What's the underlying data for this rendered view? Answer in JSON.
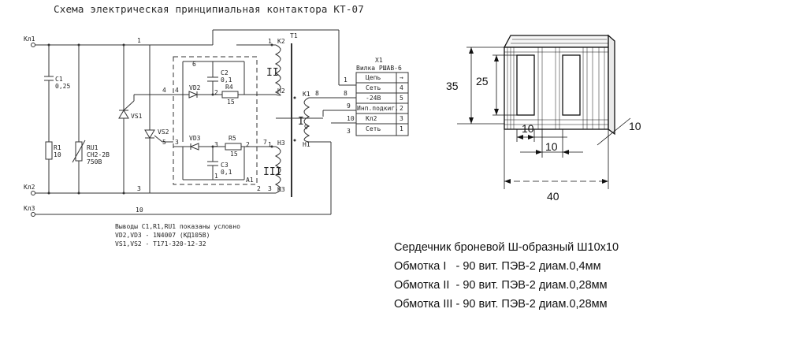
{
  "title": "Схема электрическая принципиальная контактора КТ-07",
  "schematic": {
    "terminals": [
      "Кл1",
      "Кл2",
      "Кл3"
    ],
    "c1": [
      "C1",
      "0,25"
    ],
    "r1": [
      "R1",
      "10"
    ],
    "ru1": [
      "RU1",
      "CH2-2B",
      "750B"
    ],
    "vs1": "VS1",
    "vs2": "VS2",
    "vd2": "VD2",
    "vd3": "VD3",
    "c2": [
      "C2",
      "0,1"
    ],
    "c3": [
      "C3",
      "0,1"
    ],
    "r4": [
      "R4",
      "15"
    ],
    "r5": [
      "R5",
      "15"
    ],
    "a1": "A1",
    "t1": "T1",
    "windings": [
      "II",
      "III",
      "I"
    ],
    "winding_sub": "9",
    "coil_pins": [
      "К2",
      "Н2",
      "Н3",
      "К3",
      "К1",
      "Н1"
    ],
    "nodes": [
      "1",
      "2",
      "3",
      "4",
      "5",
      "6",
      "7",
      "8",
      "9",
      "10",
      "1",
      "4",
      "3",
      "1",
      "2",
      "3",
      "2",
      "1",
      "3"
    ],
    "connector": {
      "ref": "X1",
      "name": "Вилка РШАВ-6",
      "rows": [
        {
          "label": "Цепь",
          "pin": "→"
        },
        {
          "label": "Сеть",
          "pin": "4"
        },
        {
          "label": "-24В",
          "pin": "5"
        },
        {
          "label": "Инп.подкиг.",
          "pin": "2"
        },
        {
          "label": "Кл2",
          "pin": "3"
        },
        {
          "label": "Сеть",
          "pin": "1"
        }
      ],
      "wires": [
        "1",
        "8",
        "9",
        "10",
        "3"
      ]
    },
    "notes": [
      "Выводы C1,R1,RU1 показаны условно",
      "VD2,VD3 - 1N4007 (КД105В)",
      "VS1,VS2 - T171-320-12-32"
    ]
  },
  "core": {
    "dims": [
      "35",
      "25",
      "10",
      "10",
      "10",
      "40"
    ]
  },
  "spec": [
    "Сердечник броневой Ш-образный Ш10х10",
    "Обмотка I   - 90 вит. ПЭВ-2 диам.0,4мм",
    "Обмотка II  - 90 вит. ПЭВ-2 диам.0,28мм",
    "Обмотка III - 90 вит. ПЭВ-2 диам.0,28мм"
  ]
}
